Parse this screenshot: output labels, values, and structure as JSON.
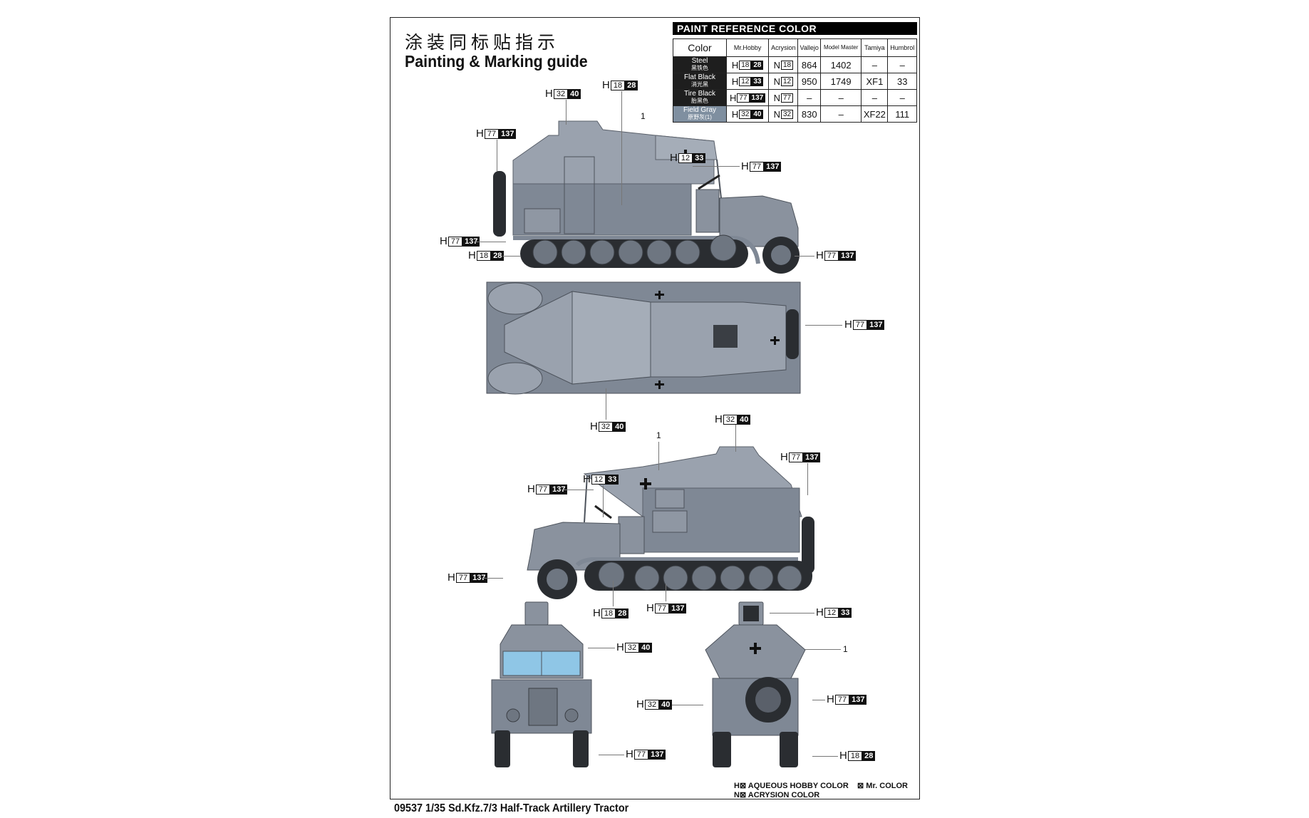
{
  "header": {
    "title_cn": "涂装同标贴指示",
    "title_en": "Painting & Marking guide"
  },
  "paint_reference": {
    "title": "PAINT  REFERENCE COLOR",
    "columns": [
      "Color",
      "Mr.Hobby",
      "Acrysion",
      "Vallejo",
      "Model Master",
      "Tamiya",
      "Humbrol"
    ],
    "rows": [
      {
        "name": "Steel",
        "name_cn": "黑铁色",
        "mr_hobby": {
          "prefix": "H",
          "aqueous": "18",
          "mr_color": "28"
        },
        "acrysion": {
          "prefix": "N",
          "code": "18"
        },
        "vallejo": "864",
        "model_master": "1402",
        "tamiya": "–",
        "humbrol": "–",
        "swatch": "#1e1e1e"
      },
      {
        "name": "Flat Black",
        "name_cn": "消光黑",
        "mr_hobby": {
          "prefix": "H",
          "aqueous": "12",
          "mr_color": "33"
        },
        "acrysion": {
          "prefix": "N",
          "code": "12"
        },
        "vallejo": "950",
        "model_master": "1749",
        "tamiya": "XF1",
        "humbrol": "33",
        "swatch": "#1e1e1e"
      },
      {
        "name": "Tire Black",
        "name_cn": "胎黑色",
        "mr_hobby": {
          "prefix": "H",
          "aqueous": "77",
          "mr_color": "137"
        },
        "acrysion": {
          "prefix": "N",
          "code": "77"
        },
        "vallejo": "–",
        "model_master": "–",
        "tamiya": "–",
        "humbrol": "–",
        "swatch": "#1e1e1e"
      },
      {
        "name": "Field Gray",
        "name_cn": "原野灰(1)",
        "mr_hobby": {
          "prefix": "H",
          "aqueous": "32",
          "mr_color": "40"
        },
        "acrysion": {
          "prefix": "N",
          "code": "32"
        },
        "vallejo": "830",
        "model_master": "–",
        "tamiya": "XF22",
        "humbrol": "111",
        "swatch": "#7f8fa0"
      }
    ]
  },
  "callouts": {
    "side_left": [
      {
        "prefix": "H",
        "a": "32",
        "b": "40"
      },
      {
        "prefix": "H",
        "a": "18",
        "b": "28"
      },
      {
        "prefix": "H",
        "a": "77",
        "b": "137"
      },
      {
        "prefix": "H",
        "a": "12",
        "b": "33"
      },
      {
        "prefix": "H",
        "a": "77",
        "b": "137"
      },
      {
        "prefix": "H",
        "a": "77",
        "b": "137"
      },
      {
        "prefix": "H",
        "a": "18",
        "b": "28"
      },
      {
        "prefix": "H",
        "a": "77",
        "b": "137"
      }
    ],
    "top": [
      {
        "prefix": "H",
        "a": "77",
        "b": "137"
      },
      {
        "prefix": "H",
        "a": "32",
        "b": "40"
      }
    ],
    "side_right": [
      {
        "prefix": "H",
        "a": "32",
        "b": "40"
      },
      {
        "prefix": "H",
        "a": "77",
        "b": "137"
      },
      {
        "prefix": "H",
        "a": "12",
        "b": "33"
      },
      {
        "prefix": "H",
        "a": "77",
        "b": "137"
      },
      {
        "prefix": "H",
        "a": "77",
        "b": "137"
      },
      {
        "prefix": "H",
        "a": "18",
        "b": "28"
      },
      {
        "prefix": "H",
        "a": "77",
        "b": "137"
      }
    ],
    "front": [
      {
        "prefix": "H",
        "a": "32",
        "b": "40"
      },
      {
        "prefix": "H",
        "a": "77",
        "b": "137"
      }
    ],
    "rear": [
      {
        "prefix": "H",
        "a": "12",
        "b": "33"
      },
      {
        "prefix": "H",
        "a": "32",
        "b": "40"
      },
      {
        "prefix": "H",
        "a": "77",
        "b": "137"
      },
      {
        "prefix": "H",
        "a": "18",
        "b": "28"
      }
    ],
    "decal_number": "1"
  },
  "legend": {
    "aqueous": "H⊠ AQUEOUS HOBBY COLOR",
    "mr_color": "⊠ Mr. COLOR",
    "acrysion": "N⊠ ACRYSION COLOR"
  },
  "footer": {
    "text": "09537 1/35 Sd.Kfz.7/3 Half-Track Artillery Tractor"
  },
  "colors": {
    "field_gray_light": "#9aa2ae",
    "field_gray_dark": "#7f8895",
    "tire_black": "#2a2d31",
    "glass": "#8fc6e6"
  }
}
